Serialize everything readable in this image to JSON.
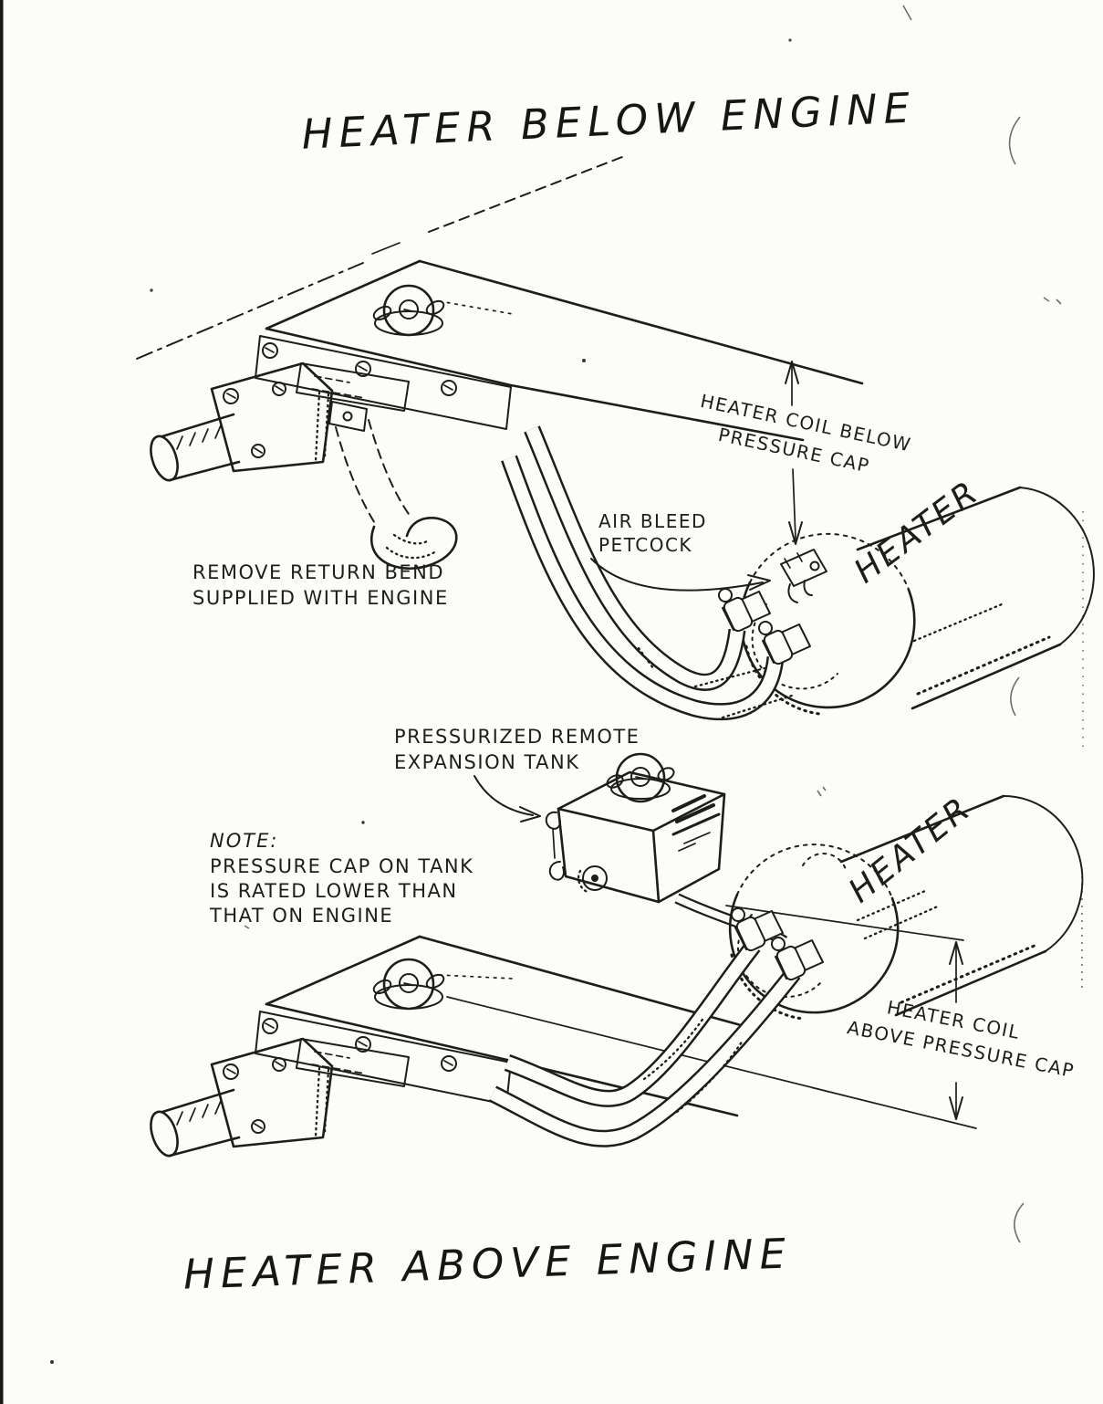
{
  "page": {
    "title_top": "HEATER BELOW ENGINE",
    "title_bottom": "HEATER ABOVE ENGINE",
    "ink_color": "#1d1d1b",
    "paper_color": "#fcfcfa"
  },
  "figure_below": {
    "dimension_label_line1": "HEATER COIL BELOW",
    "dimension_label_line2": "PRESSURE CAP",
    "petcock_label_line1": "AIR BLEED",
    "petcock_label_line2": "PETCOCK",
    "return_bend_line1": "REMOVE RETURN BEND",
    "return_bend_line2": "SUPPLIED WITH ENGINE",
    "heater_label": "HEATER"
  },
  "figure_above": {
    "tank_label_line1": "PRESSURIZED REMOTE",
    "tank_label_line2": "EXPANSION TANK",
    "note_heading": "NOTE:",
    "note_line1": "PRESSURE CAP ON TANK",
    "note_line2": "IS RATED LOWER THAN",
    "note_line3": "THAT ON ENGINE",
    "heater_label": "HEATER",
    "dimension_label_line1": "HEATER COIL",
    "dimension_label_line2": "ABOVE PRESSURE CAP"
  }
}
